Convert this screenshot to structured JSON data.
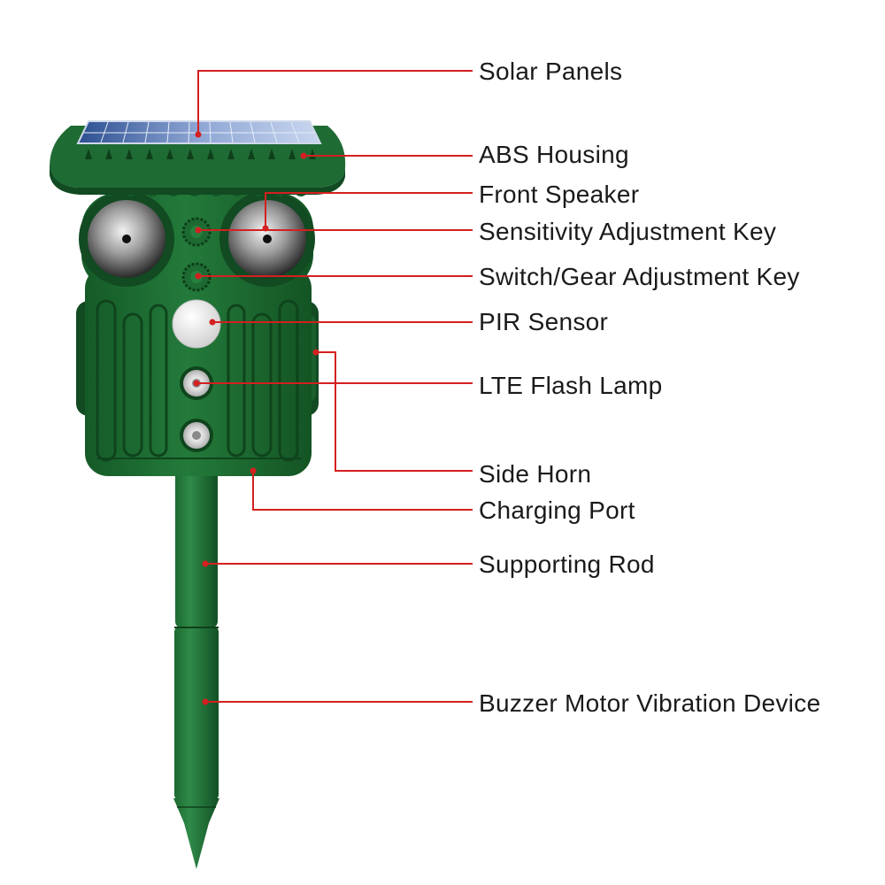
{
  "colors": {
    "leader_line": "#d42020",
    "housing_green": "#1f6b34",
    "housing_dark": "#124a22",
    "solar_blue": "#5d7fb8"
  },
  "callouts": [
    {
      "id": "solar-panels",
      "label": "Solar Panels"
    },
    {
      "id": "abs-housing",
      "label": "ABS Housing"
    },
    {
      "id": "front-speaker",
      "label": "Front Speaker"
    },
    {
      "id": "sensitivity-key",
      "label": "Sensitivity Adjustment Key"
    },
    {
      "id": "switch-gear-key",
      "label": "Switch/Gear Adjustment Key"
    },
    {
      "id": "pir-sensor",
      "label": "PIR Sensor"
    },
    {
      "id": "lte-flash-lamp",
      "label": "LTE Flash Lamp"
    },
    {
      "id": "side-horn",
      "label": "Side Horn"
    },
    {
      "id": "charging-port",
      "label": "Charging Port"
    },
    {
      "id": "supporting-rod",
      "label": "Supporting Rod"
    },
    {
      "id": "buzzer-motor",
      "label": "Buzzer Motor Vibration Device"
    }
  ]
}
